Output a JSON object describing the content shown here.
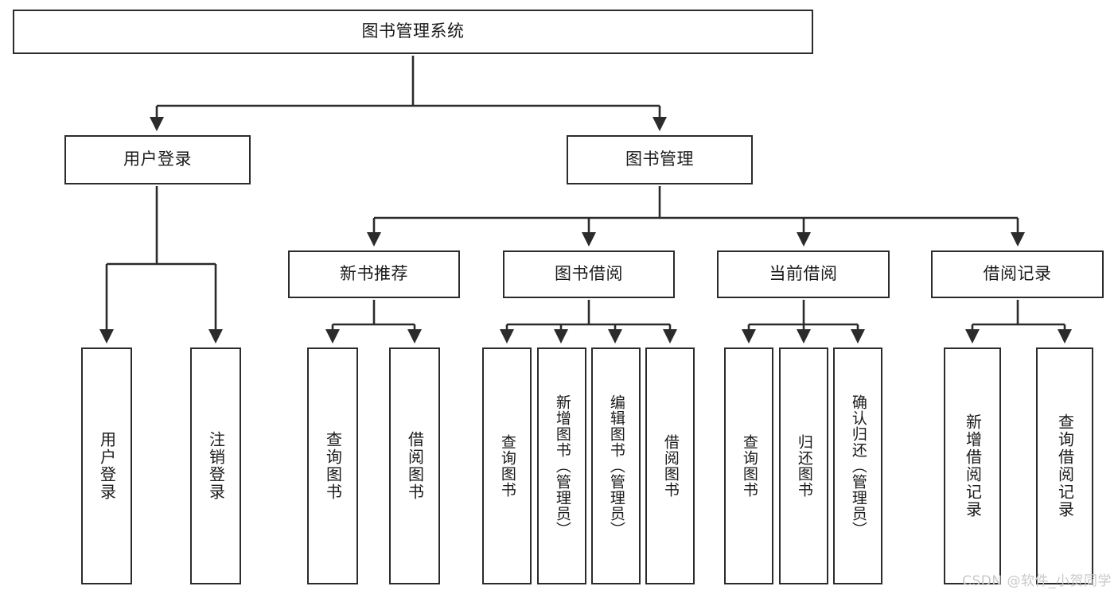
{
  "diagram": {
    "title": "图书管理系统",
    "type": "tree-hierarchy-diagram",
    "colors": {
      "box_border": "#2b2b2b",
      "box_fill": "#ffffff",
      "connector": "#2b2b2b",
      "text": "#1a1a1a",
      "watermark": "#c9c9c9",
      "background": "#ffffff"
    },
    "root": {
      "label": "图书管理系统"
    },
    "level2": [
      {
        "label": "用户登录"
      },
      {
        "label": "图书管理"
      }
    ],
    "level3": [
      {
        "label": "新书推荐"
      },
      {
        "label": "图书借阅"
      },
      {
        "label": "当前借阅"
      },
      {
        "label": "借阅记录"
      }
    ],
    "leaves": {
      "user_login": [
        {
          "label": "用户登录"
        },
        {
          "label": "注销登录"
        }
      ],
      "new_book_recommend": [
        {
          "label": "查询图书"
        },
        {
          "label": "借阅图书"
        }
      ],
      "book_borrow": [
        {
          "label": "查询图书"
        },
        {
          "label": "新增图书（管理员）"
        },
        {
          "label": "编辑图书（管理员）"
        },
        {
          "label": "借阅图书"
        }
      ],
      "current_borrow": [
        {
          "label": "查询图书"
        },
        {
          "label": "归还图书"
        },
        {
          "label": "确认归还（管理员）"
        }
      ],
      "borrow_record": [
        {
          "label": "新增借阅记录"
        },
        {
          "label": "查询借阅记录"
        }
      ]
    }
  },
  "watermark": {
    "text": "CSDN @软件_小贺同学"
  }
}
